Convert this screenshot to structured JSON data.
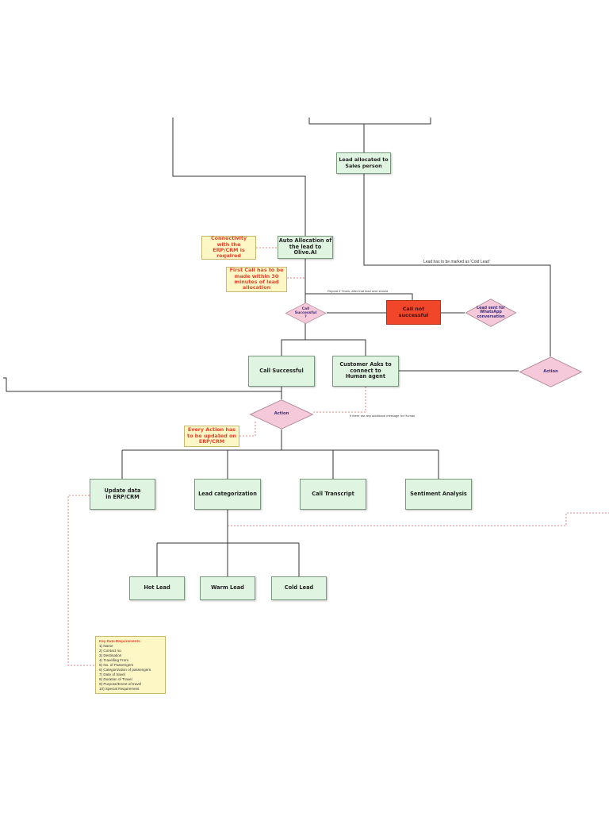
{
  "nodes": {
    "lead_allocated": "Lead allocated to Sales person",
    "auto_allocation": "Auto Allocation of the lead to Olive.AI",
    "call_successful": "Call Successful",
    "customer_asks": "Customer Asks to connect to Human agent",
    "call_not_successful": "Call not successful",
    "update_data": "Update data in ERP/CRM",
    "lead_categorization": "Lead categorization",
    "call_transcript": "Call Transcript",
    "sentiment_analysis": "Sentiment Analysis",
    "hot_lead": "Hot Lead",
    "warm_lead": "Warm Lead",
    "cold_lead": "Cold Lead"
  },
  "diamonds": {
    "call_successful_q": "Call Successful ?",
    "lead_sent_whatsapp": "Lead sent for WhatsApp conversation",
    "action_right": "Action",
    "action_center": "Action"
  },
  "notes": {
    "connectivity": "Connectivity with the ERP/CRM is required",
    "first_call": "First Call has to be made within 30 minutes of lead allocation",
    "every_action": "Every Action has to be updated on ERP/CRM"
  },
  "labels": {
    "repeat_calls": "Repeat 3 Times, after that lead sent should",
    "cold_lead_mark": "Lead has to be marked as 'Cold Lead'",
    "human_agent_note": "If there are any additional message for Human"
  },
  "key_data": {
    "title": "Key Data Requirements:",
    "items": [
      "1) Name",
      "2) Contact no.",
      "3) Destination",
      "4) Travelling From",
      "5) No. of Passengers",
      "6) Categorization of passengers",
      "7) Date of travel",
      "8) Duration of Travel",
      "9) Purpose/Event of travel",
      "10) Special Requirement"
    ]
  },
  "colors": {
    "node_fill": "#dff5e1",
    "note_fill": "#fdf7c5",
    "note_text": "#e8432a",
    "alert_fill": "#f2462b",
    "diamond_fill": "#f6c9da",
    "connector_dotted": "#e06060"
  }
}
